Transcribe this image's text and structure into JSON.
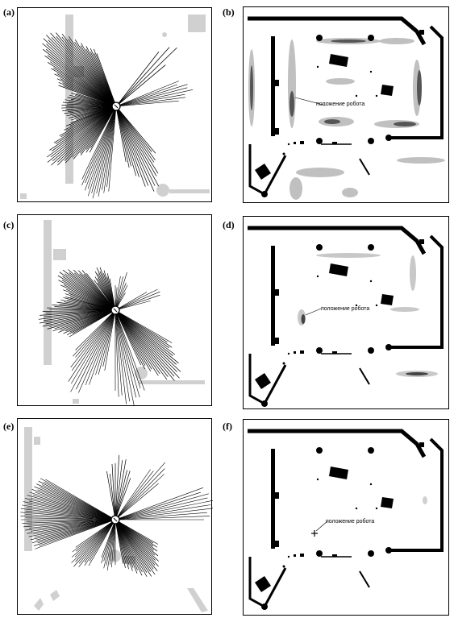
{
  "panels": [
    {
      "id": "a",
      "label": "(a)"
    },
    {
      "id": "b",
      "label": "(b)",
      "annotation": "положение робота"
    },
    {
      "id": "c",
      "label": "(c)"
    },
    {
      "id": "d",
      "label": "(d)",
      "annotation": "положение робота"
    },
    {
      "id": "e",
      "label": "(e)"
    },
    {
      "id": "f",
      "label": "(f)",
      "annotation": "положение робота"
    }
  ]
}
